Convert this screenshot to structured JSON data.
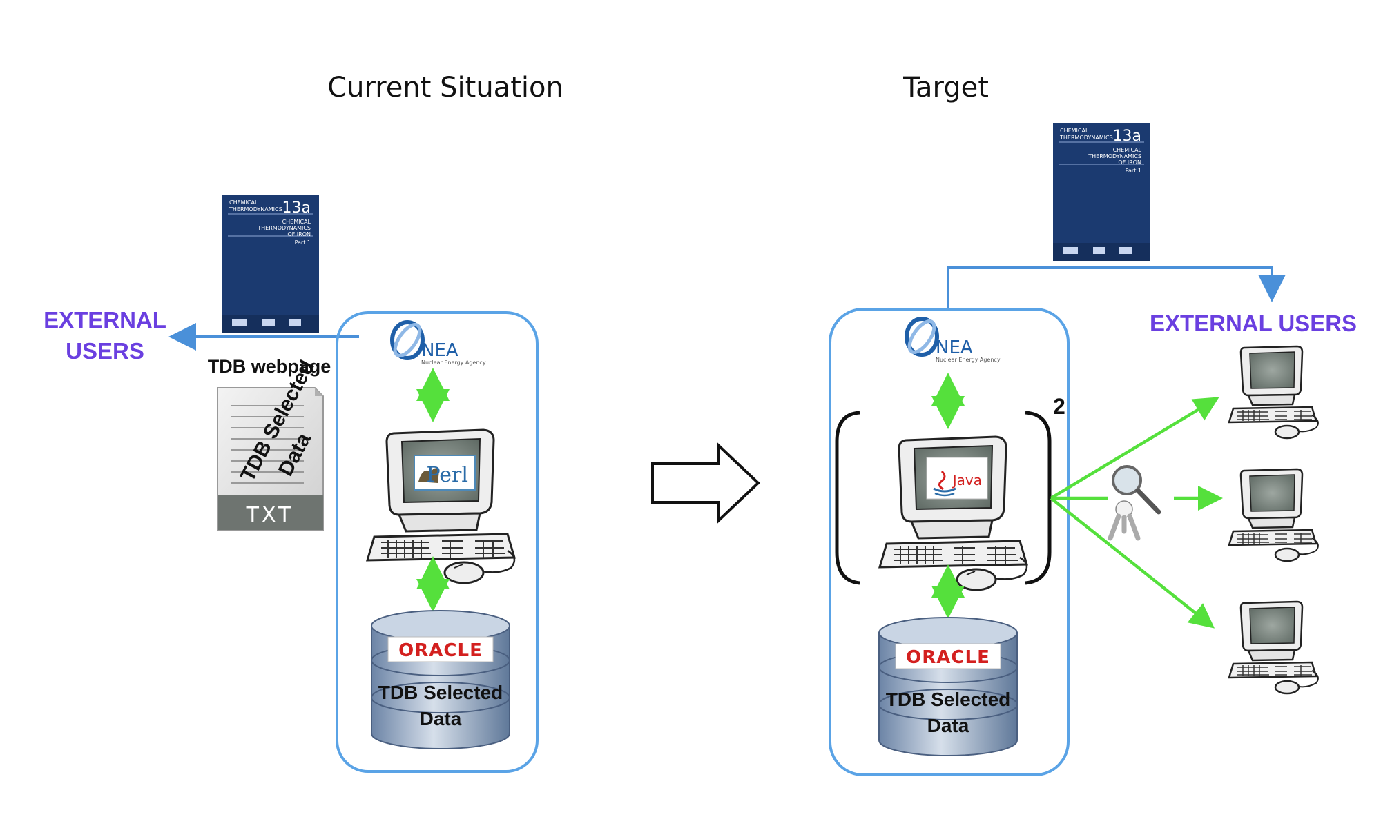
{
  "headings": {
    "current": "Current Situation",
    "target": "Target"
  },
  "external_users": {
    "left_line1": "EXTERNAL",
    "left_line2": "USERS",
    "right": "EXTERNAL USERS"
  },
  "tdb_webpage": "TDB webpage",
  "txt_doc": {
    "line1": "TDB Selected",
    "line2": "Data",
    "ext": "TXT"
  },
  "book": {
    "series_1": "CHEMICAL",
    "series_2": "THERMODYNAMICS",
    "volume": "13a",
    "t1": "CHEMICAL",
    "t2": "THERMODYNAMICS",
    "t3": "OF IRON",
    "t4": "Part 1"
  },
  "nea": {
    "name": "NEA",
    "sub": "Nuclear Energy Agency"
  },
  "perl": "Perl",
  "java": "Java",
  "oracle": "ORACLE",
  "db": {
    "line1": "TDB Selected",
    "line2": "Data"
  },
  "superscript": "2",
  "colors": {
    "blue_arrow": "#4a90d9",
    "green_arrow": "#55e03c",
    "purple_text": "#6a3fe0",
    "panel_border": "#5aa3e6",
    "book_blue": "#1b3a70",
    "oracle_red": "#d3201f"
  }
}
